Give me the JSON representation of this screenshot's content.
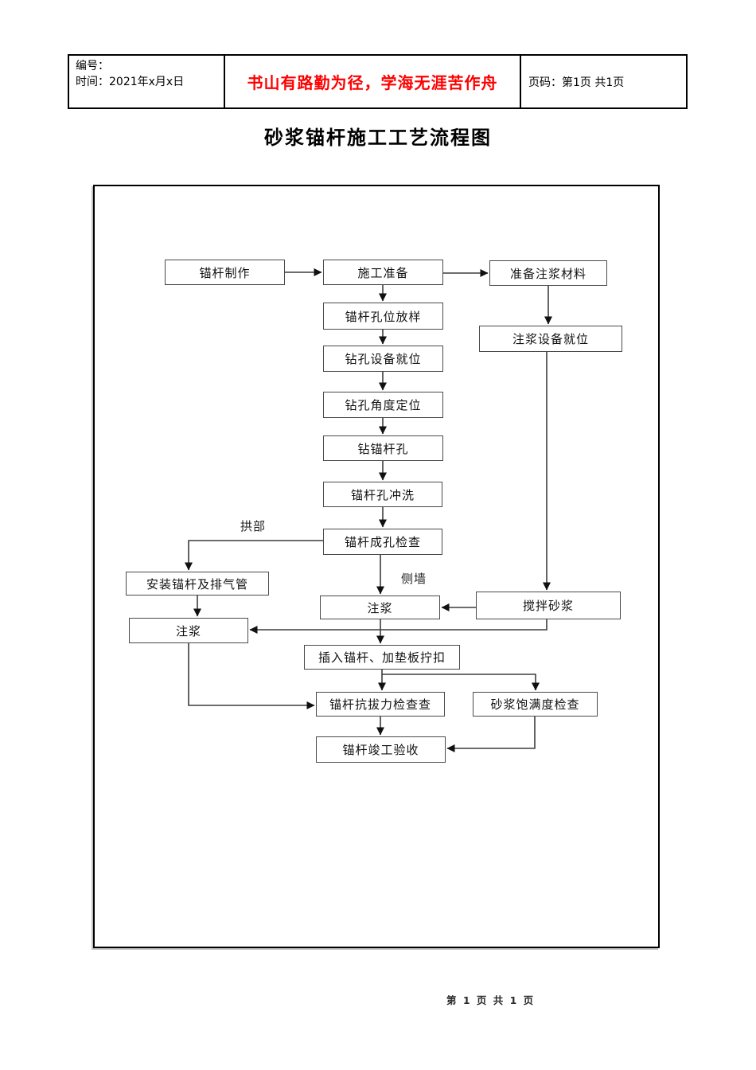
{
  "header": {
    "number_label": "编号：",
    "date_label": "时间：2021年x月x日",
    "motto": "书山有路勤为径，学海无涯苦作舟",
    "motto_color": "#ff0000",
    "page_label": "页码：第1页 共1页"
  },
  "title": "砂浆锚杆施工工艺流程图",
  "flowchart": {
    "nodes": {
      "anchor_fabrication": "锚杆制作",
      "construction_prep": "施工准备",
      "prepare_grout_material": "准备注浆材料",
      "hole_layout": "锚杆孔位放样",
      "drill_equipment_in_place": "钻孔设备就位",
      "drill_angle_positioning": "钻孔角度定位",
      "drill_anchor_hole": "钻锚杆孔",
      "hole_flushing": "锚杆孔冲洗",
      "hole_inspection": "锚杆成孔检查",
      "grout_equipment_in_place": "注浆设备就位",
      "install_anchor_vent_pipe": "安装锚杆及排气管",
      "grouting_left": "注浆",
      "grouting_mid": "注浆",
      "mix_mortar": "搅拌砂浆",
      "insert_anchor_plate": "插入锚杆、加垫板拧扣",
      "pullout_force_check": "锚杆抗拔力检查查",
      "mortar_fullness_check": "砂浆饱满度检查",
      "completion_acceptance": "锚杆竣工验收"
    },
    "branch_labels": {
      "arch": "拱部",
      "side_wall": "侧墙"
    },
    "edges": [
      {
        "from": "anchor_fabrication",
        "to": "construction_prep"
      },
      {
        "from": "construction_prep",
        "to": "prepare_grout_material"
      },
      {
        "from": "construction_prep",
        "to": "hole_layout"
      },
      {
        "from": "hole_layout",
        "to": "drill_equipment_in_place"
      },
      {
        "from": "drill_equipment_in_place",
        "to": "drill_angle_positioning"
      },
      {
        "from": "drill_angle_positioning",
        "to": "drill_anchor_hole"
      },
      {
        "from": "drill_anchor_hole",
        "to": "hole_flushing"
      },
      {
        "from": "hole_flushing",
        "to": "hole_inspection"
      },
      {
        "from": "prepare_grout_material",
        "to": "grout_equipment_in_place"
      },
      {
        "from": "grout_equipment_in_place",
        "to": "mix_mortar"
      },
      {
        "from": "hole_inspection",
        "to": "install_anchor_vent_pipe",
        "label": "拱部"
      },
      {
        "from": "install_anchor_vent_pipe",
        "to": "grouting_left"
      },
      {
        "from": "hole_inspection",
        "to": "grouting_mid",
        "label": "侧墙"
      },
      {
        "from": "mix_mortar",
        "to": "grouting_mid"
      },
      {
        "from": "mix_mortar",
        "to": "grouting_left"
      },
      {
        "from": "grouting_mid",
        "to": "insert_anchor_plate"
      },
      {
        "from": "insert_anchor_plate",
        "to": "pullout_force_check"
      },
      {
        "from": "insert_anchor_plate",
        "to": "mortar_fullness_check"
      },
      {
        "from": "grouting_left",
        "to": "pullout_force_check"
      },
      {
        "from": "pullout_force_check",
        "to": "completion_acceptance"
      },
      {
        "from": "mortar_fullness_check",
        "to": "completion_acceptance"
      }
    ]
  },
  "footer": {
    "page_text": "第 1 页 共 1 页"
  }
}
